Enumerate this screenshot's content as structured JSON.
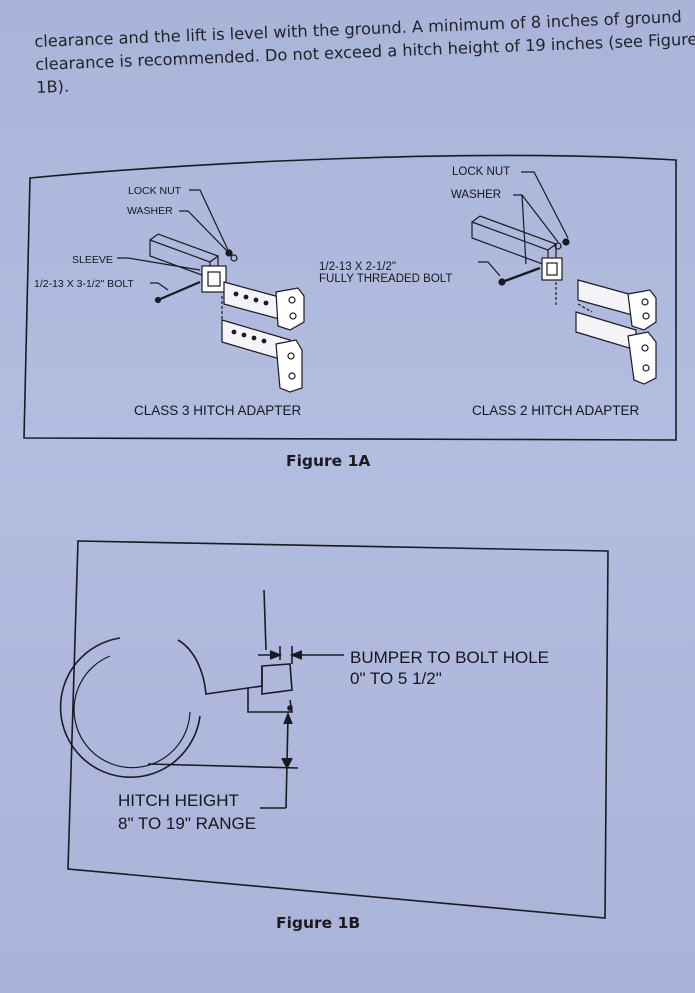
{
  "paragraph": {
    "lines": [
      "clearance and the lift is level with the ground. A minimum of 8 inches of ground",
      "clearance is recommended. Do not exceed a hitch height of 19 inches (see Figure",
      "1B)."
    ]
  },
  "figure_1a": {
    "caption": "Figure 1A",
    "left_panel": {
      "lock_nut": "LOCK NUT",
      "washer": "WASHER",
      "sleeve": "SLEEVE",
      "bolt": "1/2-13 X 3-1/2\" BOLT",
      "title": "CLASS 3 HITCH ADAPTER"
    },
    "right_panel": {
      "lock_nut": "LOCK NUT",
      "washer": "WASHER",
      "bolt_line1": "1/2-13 X 2-1/2\"",
      "bolt_line2": "FULLY THREADED BOLT",
      "title": "CLASS 2 HITCH ADAPTER"
    }
  },
  "figure_1b": {
    "caption": "Figure 1B",
    "bumper_line1": "BUMPER TO BOLT HOLE",
    "bumper_line2": "0\" TO 5 1/2\"",
    "hitch_line1": "HITCH HEIGHT",
    "hitch_line2": "8\" TO 19\" RANGE"
  }
}
